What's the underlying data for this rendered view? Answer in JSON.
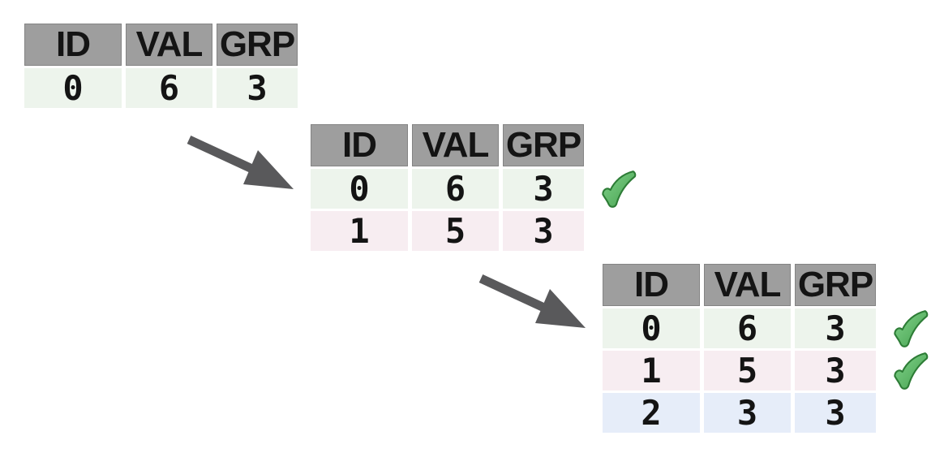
{
  "colors": {
    "header_bg": "#9e9e9e",
    "row_green": "#edf4ec",
    "row_pink": "#f7edf1",
    "row_blue": "#e6edf9",
    "arrow": "#59595b",
    "check_fill_light": "#82d38b",
    "check_fill_dark": "#44a04e",
    "check_stroke": "#2d7c36",
    "text": "#141414"
  },
  "icons": {
    "checkmark": "check-icon",
    "arrow": "arrow-down-right-icon"
  },
  "tables": [
    {
      "name": "step-1",
      "headers": [
        "ID",
        "VAL",
        "GRP"
      ],
      "rows": [
        {
          "cells": [
            "0",
            "6",
            "3"
          ],
          "color": "green",
          "checked": false
        }
      ]
    },
    {
      "name": "step-2",
      "headers": [
        "ID",
        "VAL",
        "GRP"
      ],
      "rows": [
        {
          "cells": [
            "0",
            "6",
            "3"
          ],
          "color": "green",
          "checked": true
        },
        {
          "cells": [
            "1",
            "5",
            "3"
          ],
          "color": "pink",
          "checked": false
        }
      ]
    },
    {
      "name": "step-3",
      "headers": [
        "ID",
        "VAL",
        "GRP"
      ],
      "rows": [
        {
          "cells": [
            "0",
            "6",
            "3"
          ],
          "color": "green",
          "checked": true
        },
        {
          "cells": [
            "1",
            "5",
            "3"
          ],
          "color": "pink",
          "checked": true
        },
        {
          "cells": [
            "2",
            "3",
            "3"
          ],
          "color": "blue",
          "checked": false
        }
      ]
    }
  ]
}
